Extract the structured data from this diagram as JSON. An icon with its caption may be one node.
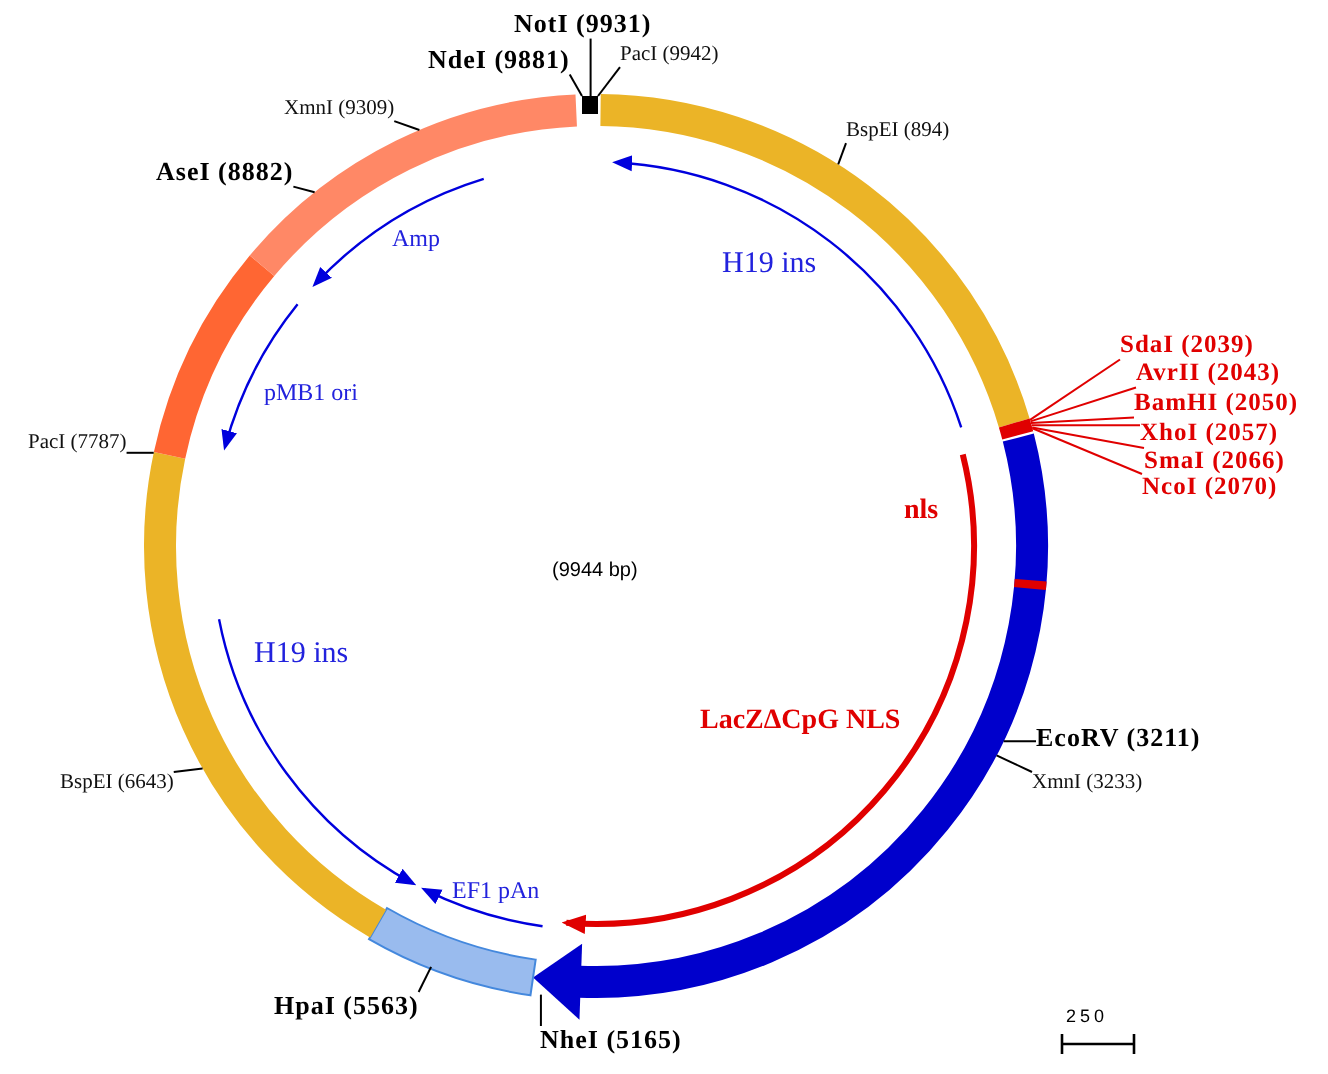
{
  "diagram": {
    "nodes": [
      {
        "text": [
          "NotI (9931)"
        ]
      },
      {
        "text": [
          "NdeI (9881)"
        ]
      },
      {
        "text": [
          "PacI (9942)"
        ]
      },
      {
        "text": [
          "XmnI (9309)"
        ]
      },
      {
        "text": [
          "BspEI (894)"
        ]
      },
      {
        "text": [
          "AseI (8882)"
        ]
      },
      {
        "text": [
          "SdaI (2039)"
        ]
      },
      {
        "text": [
          "AvrII (2043)"
        ]
      },
      {
        "text": [
          "BamHI (2050)"
        ]
      },
      {
        "text": [
          "XhoI (2057)"
        ]
      },
      {
        "text": [
          "SmaI (2066)"
        ]
      },
      {
        "text": [
          "NcoI (2070)"
        ]
      },
      {
        "text": [
          "PacI (7787)"
        ]
      },
      {
        "text": [
          "EcoRV (3211)"
        ]
      },
      {
        "text": [
          "XmnI (3233)"
        ]
      },
      {
        "text": [
          "BspEI (6643)"
        ]
      },
      {
        "text": [
          "HpaI (5563)"
        ]
      },
      {
        "text": [
          "NheI (5165)"
        ]
      },
      {
        "text": [],
        "shape": "box"
      }
    ],
    "edges": [
      {
        "from": 0,
        "to": 18,
        "arrow": "none"
      },
      {
        "from": 1,
        "to": 18,
        "arrow": "none"
      },
      {
        "from": 2,
        "to": 18,
        "arrow": "none"
      },
      {
        "from": 3,
        "to": null,
        "arrow": "none"
      },
      {
        "from": 4,
        "to": null,
        "arrow": "none"
      },
      {
        "from": 5,
        "to": null,
        "arrow": "none"
      },
      {
        "from": 6,
        "to": null,
        "arrow": "none",
        "color": "#e00000"
      },
      {
        "from": 7,
        "to": null,
        "arrow": "none",
        "color": "#e00000"
      },
      {
        "from": 8,
        "to": null,
        "arrow": "none",
        "color": "#e00000"
      },
      {
        "from": 9,
        "to": null,
        "arrow": "none",
        "color": "#e00000"
      },
      {
        "from": 10,
        "to": null,
        "arrow": "none",
        "color": "#e00000"
      },
      {
        "from": 11,
        "to": null,
        "arrow": "none",
        "color": "#e00000"
      },
      {
        "from": 12,
        "to": null,
        "arrow": "none"
      },
      {
        "from": 13,
        "to": null,
        "arrow": "none"
      },
      {
        "from": 14,
        "to": null,
        "arrow": "none"
      },
      {
        "from": 15,
        "to": null,
        "arrow": "none"
      },
      {
        "from": 16,
        "to": null,
        "arrow": "none"
      },
      {
        "from": 17,
        "to": null,
        "arrow": "none"
      }
    ],
    "labels": [
      "Amp",
      "H19 ins",
      "pMB1 ori",
      "nls",
      "(9944 bp)",
      "H19 ins",
      "LacZΔCpG NLS",
      "EF1 pAn",
      "250"
    ]
  }
}
